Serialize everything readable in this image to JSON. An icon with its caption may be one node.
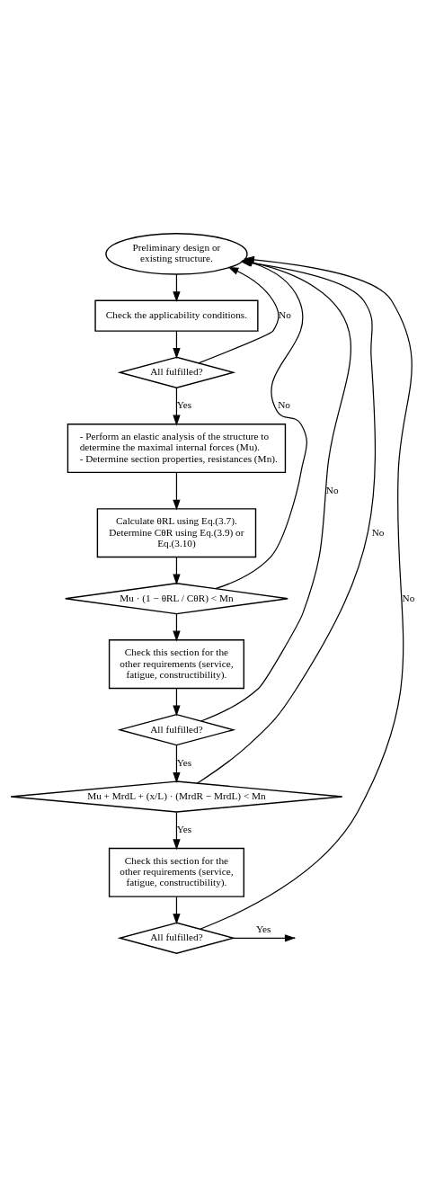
{
  "diagram": {
    "nodes": [
      {
        "text": [
          "Preliminary design or existing structure."
        ]
      },
      {
        "text": [
          "Check the applicability conditions."
        ]
      },
      {
        "text": [
          "All fulfilled?"
        ]
      },
      {
        "text": [
          "- Perform an elastic analysis of the structure to determine the maximal internal forces (Mu).",
          "- Determine section properties, resistances (Mn)."
        ]
      },
      {
        "text": [
          "Calculate θRL using Eq.(3.7). Determine CθR using Eq.(3.9) or Eq.(3.10)"
        ]
      },
      {
        "text": [
          "Mu · (1 − θRL / CθR) < Mn"
        ]
      },
      {
        "text": [
          "Check this section for the other requirements (service, fatigue, constructibility)."
        ]
      },
      {
        "text": [
          "All fulfilled?"
        ]
      },
      {
        "text": [
          "Mu + MrdL + (x/L) · (MrdR − MrdL) < Mn"
        ]
      },
      {
        "text": [
          "Check this section for the other requirements (service, fatigue, constructibility)."
        ]
      },
      {
        "text": [
          "All fulfilled?"
        ]
      }
    ],
    "edges": [
      {
        "from": 0,
        "to": 1,
        "arrow": "to"
      },
      {
        "from": 1,
        "to": 2,
        "arrow": "to"
      },
      {
        "from": 2,
        "to": 3,
        "arrow": "to",
        "label": "Yes"
      },
      {
        "from": 2,
        "to": 0,
        "arrow": "to",
        "label": "No"
      },
      {
        "from": 3,
        "to": 4,
        "arrow": "to"
      },
      {
        "from": 4,
        "to": 5,
        "arrow": "to"
      },
      {
        "from": 5,
        "to": 6,
        "arrow": "to"
      },
      {
        "from": 5,
        "to": 0,
        "arrow": "to",
        "label": "No"
      },
      {
        "from": 6,
        "to": 7,
        "arrow": "to"
      },
      {
        "from": 7,
        "to": 8,
        "arrow": "to",
        "label": "Yes"
      },
      {
        "from": 7,
        "to": 0,
        "arrow": "to",
        "label": "No"
      },
      {
        "from": 8,
        "to": 9,
        "arrow": "to",
        "label": "Yes"
      },
      {
        "from": 8,
        "to": 0,
        "arrow": "to",
        "label": "No"
      },
      {
        "from": 9,
        "to": 10,
        "arrow": "to"
      },
      {
        "from": 10,
        "to": 0,
        "arrow": "to",
        "label": "No"
      },
      {
        "from": 10,
        "to": null,
        "arrow": "to",
        "label": "Yes"
      }
    ]
  }
}
